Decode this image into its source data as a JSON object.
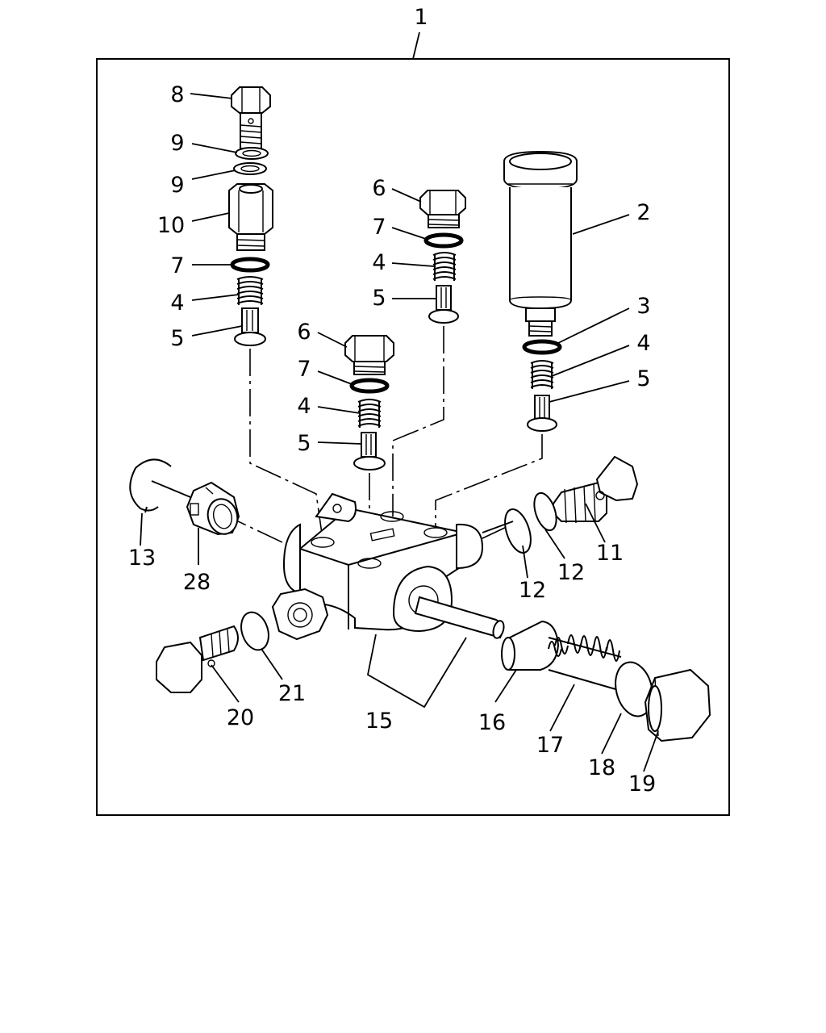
{
  "callouts": {
    "c1": "1",
    "c2": "2",
    "c3": "3",
    "c4a": "4",
    "c4b": "4",
    "c4c": "4",
    "c4d": "4",
    "c5a": "5",
    "c5b": "5",
    "c5c": "5",
    "c5d": "5",
    "c6a": "6",
    "c6b": "6",
    "c7a": "7",
    "c7b": "7",
    "c7c": "7",
    "c8": "8",
    "c9a": "9",
    "c9b": "9",
    "c10": "10",
    "c11": "11",
    "c12a": "12",
    "c12b": "12",
    "c13": "13",
    "c15": "15",
    "c16": "16",
    "c17": "17",
    "c18": "18",
    "c19": "19",
    "c20": "20",
    "c21": "21",
    "c28": "28"
  }
}
